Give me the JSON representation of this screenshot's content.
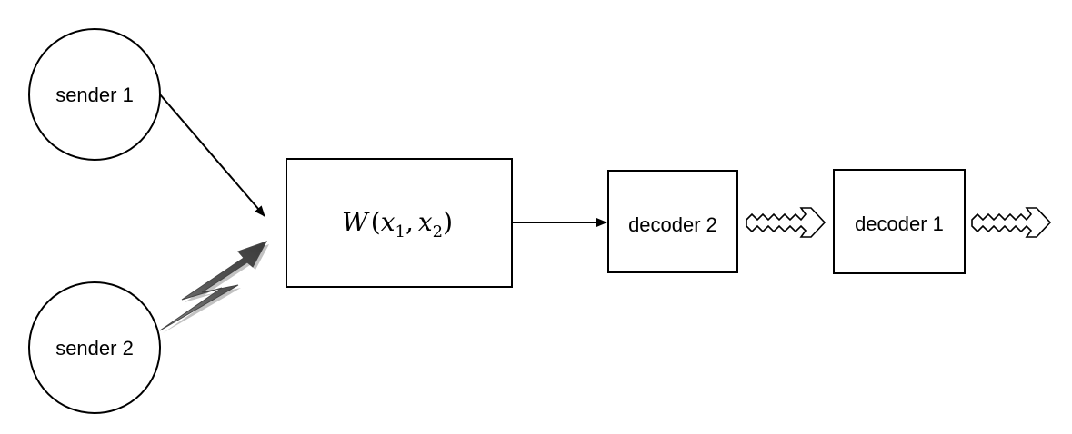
{
  "nodes": {
    "sender1": {
      "label": "sender 1"
    },
    "sender2": {
      "label": "sender 2"
    },
    "channel": {
      "func": "W",
      "open": "(",
      "var1": "x",
      "sub1": "1",
      "comma": ",",
      "var2": "x",
      "sub2": "2",
      "close": ")"
    },
    "decoder2": {
      "label": "decoder 2"
    },
    "decoder1": {
      "label": "decoder 1"
    }
  },
  "edges": [
    {
      "from": "sender 1",
      "to": "channel",
      "style": "solid-arrow"
    },
    {
      "from": "sender 2",
      "to": "channel",
      "style": "lightning-arrow"
    },
    {
      "from": "channel",
      "to": "decoder 2",
      "style": "solid-arrow"
    },
    {
      "from": "decoder 2",
      "to": "decoder 1",
      "style": "zigzag-arrow"
    },
    {
      "from": "decoder 1",
      "to": "output",
      "style": "zigzag-arrow"
    }
  ],
  "colors": {
    "stroke": "#000000",
    "lightning_dark": "#3a3a3a",
    "lightning_light": "#8a8a8a",
    "background": "#ffffff"
  }
}
